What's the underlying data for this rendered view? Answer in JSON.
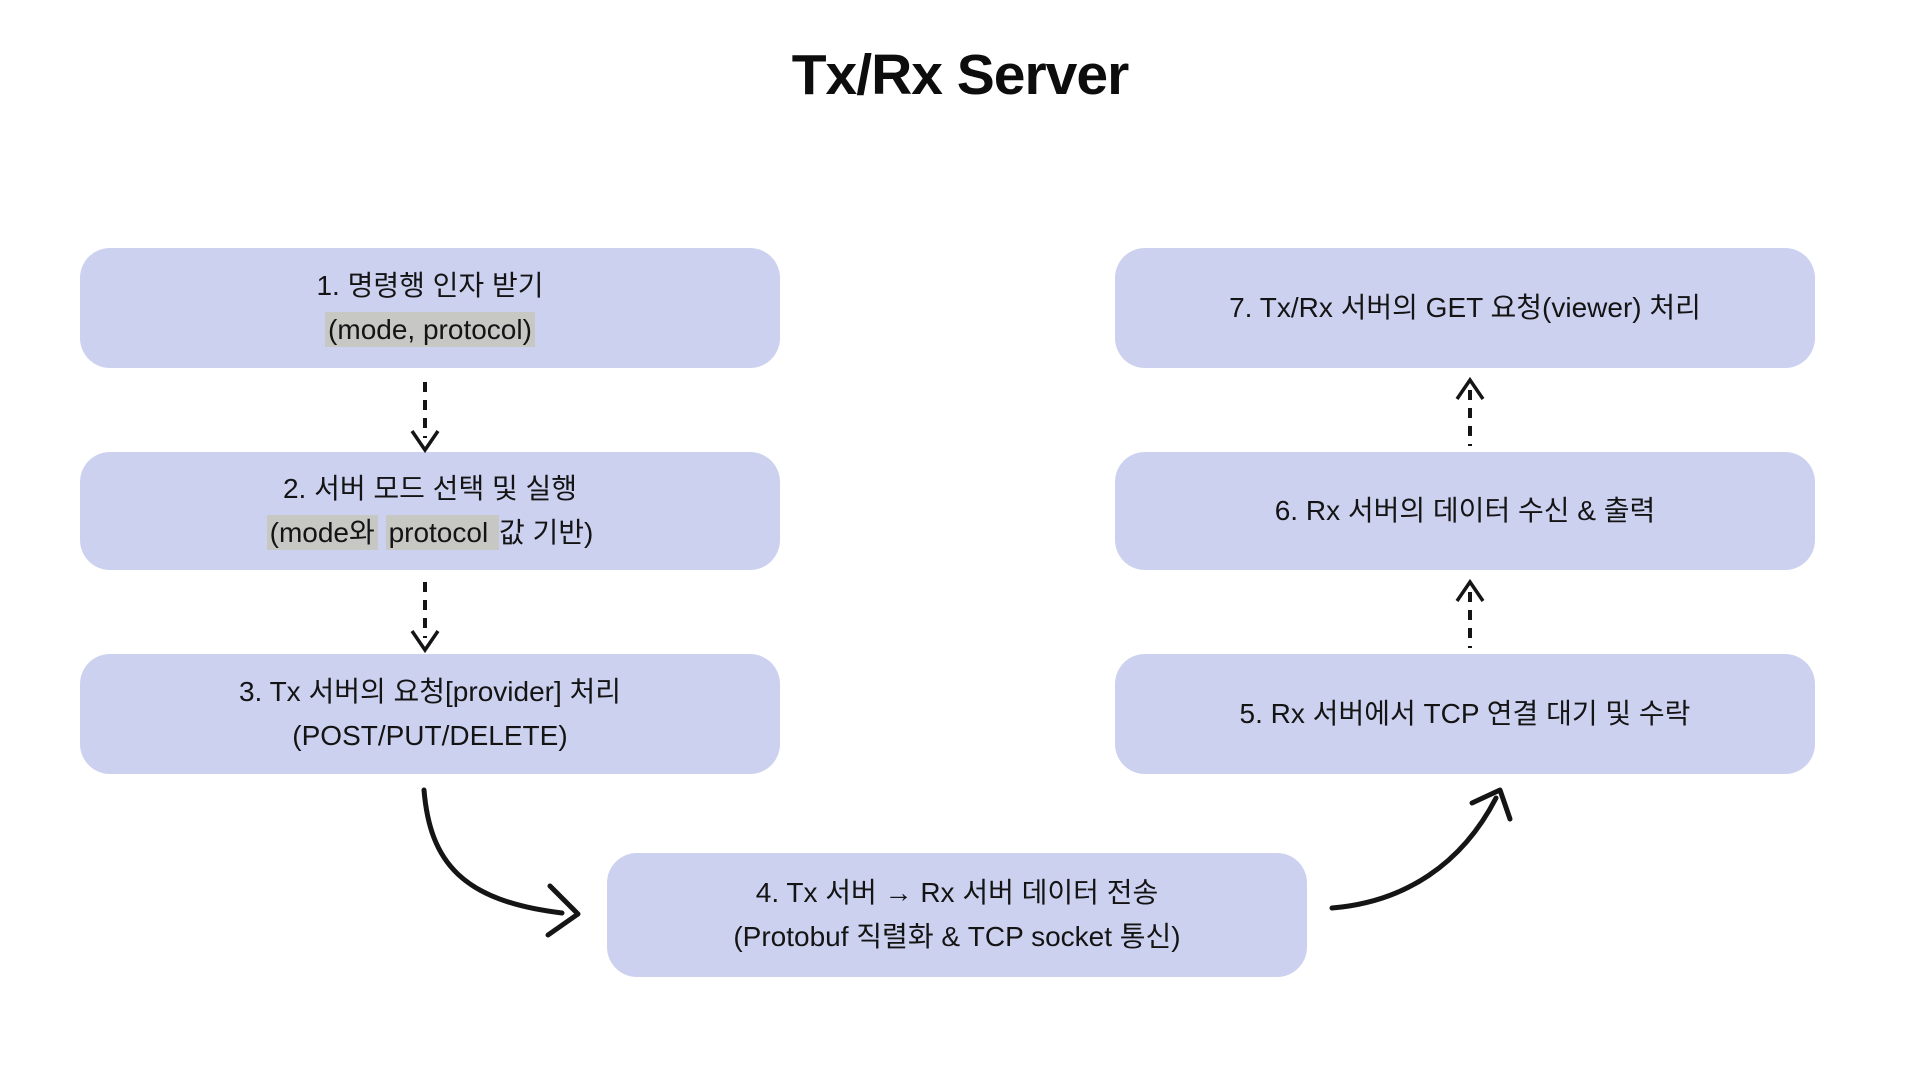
{
  "title": "Tx/Rx Server",
  "colors": {
    "box_background": "#cdd1f0",
    "code_highlight": "#c7c8c3",
    "text": "#141414",
    "arrow": "#151515",
    "page_background": "#ffffff"
  },
  "boxes": [
    {
      "id": "1",
      "lines": [
        [
          {
            "t": "1. 명령행 인자 받기"
          }
        ],
        [
          {
            "t": "(mode, protocol)",
            "hl": true
          }
        ]
      ]
    },
    {
      "id": "2",
      "lines": [
        [
          {
            "t": "2. 서버 모드 선택 및 실행"
          }
        ],
        [
          {
            "t": "(mode와",
            "hl": true
          },
          {
            "t": " "
          },
          {
            "t": "protocol ",
            "hl": true
          },
          {
            "t": "값 기반)"
          }
        ]
      ]
    },
    {
      "id": "3",
      "lines": [
        [
          {
            "t": "3. Tx 서버의 요청[provider] 처리"
          }
        ],
        [
          {
            "t": "(POST/PUT/DELETE)"
          }
        ]
      ]
    },
    {
      "id": "4",
      "lines": [
        [
          {
            "t": "4. Tx 서버 → Rx 서버 데이터 전송"
          }
        ],
        [
          {
            "t": "(Protobuf 직렬화 & TCP socket 통신)"
          }
        ]
      ]
    },
    {
      "id": "5",
      "lines": [
        [
          {
            "t": "5. Rx 서버에서 TCP 연결 대기 및 수락"
          }
        ]
      ]
    },
    {
      "id": "6",
      "lines": [
        [
          {
            "t": "6. Rx 서버의 데이터 수신 & 출력"
          }
        ]
      ]
    },
    {
      "id": "7",
      "lines": [
        [
          {
            "t": "7. Tx/Rx 서버의 GET 요청(viewer) 처리"
          }
        ]
      ]
    }
  ],
  "arrows": [
    {
      "name": "arrow-step1-to-step2",
      "style": "dashed",
      "direction": "down"
    },
    {
      "name": "arrow-step2-to-step3",
      "style": "dashed",
      "direction": "down"
    },
    {
      "name": "arrow-step3-to-step4",
      "style": "solid-curve",
      "direction": "down-right"
    },
    {
      "name": "arrow-step4-to-step5",
      "style": "solid-curve",
      "direction": "up-right"
    },
    {
      "name": "arrow-step5-to-step6",
      "style": "dashed",
      "direction": "up"
    },
    {
      "name": "arrow-step6-to-step7",
      "style": "dashed",
      "direction": "up"
    }
  ]
}
